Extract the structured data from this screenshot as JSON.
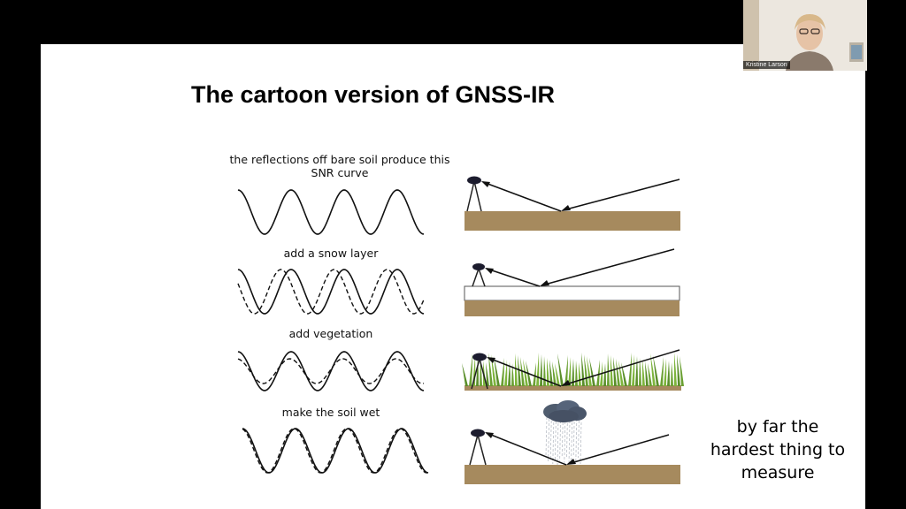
{
  "slide": {
    "title": "The cartoon version of GNSS-IR",
    "panels": [
      {
        "caption_line1": "the reflections off bare soil produce this",
        "caption_line2": "SNR curve"
      },
      {
        "caption_line1": "add a snow layer"
      },
      {
        "caption_line1": "add vegetation"
      },
      {
        "caption_line1": "make the soil wet"
      }
    ],
    "side_note": [
      "by far the",
      "hardest thing to",
      "measure"
    ]
  },
  "video": {
    "participant_name": "Kristine Larson"
  },
  "colors": {
    "soil": "#a68a5e",
    "vegetation": "#6aa032",
    "background": "#000000",
    "slide": "#ffffff"
  }
}
